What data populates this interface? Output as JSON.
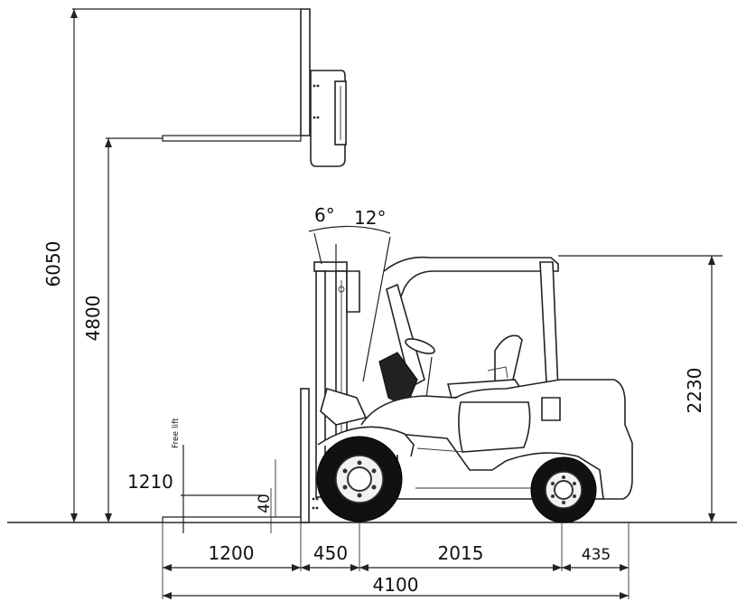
{
  "dimensions": {
    "max_fork_height": "6050",
    "lift_height": "4800",
    "free_lift_height": "1210",
    "free_lift_label": "Free lift",
    "overhead_guard_height": "2230",
    "tilt_forward": "6°",
    "tilt_backward": "12°",
    "fork_thickness": "40",
    "fork_length": "1200",
    "front_overhang": "450",
    "wheelbase": "2015",
    "rear_overhang": "435",
    "overall_length": "4100"
  }
}
